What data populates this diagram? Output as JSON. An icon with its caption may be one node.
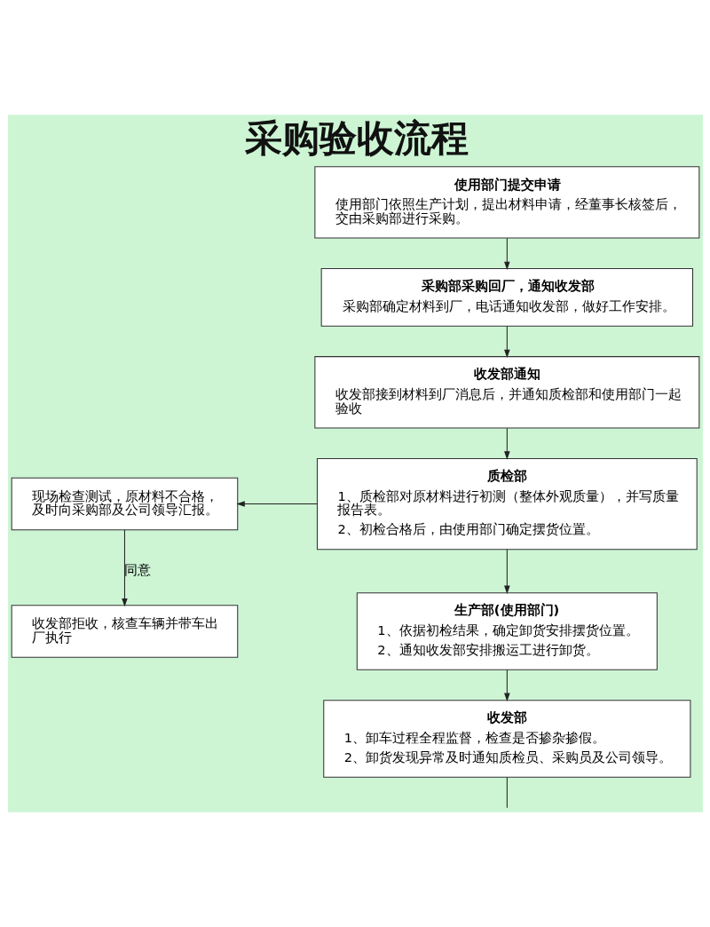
{
  "diagram": {
    "title": "采购验收流程",
    "nodes": [
      {
        "text": [
          "使用部门提交申请",
          "使用部门依照生产计划，提出材料申请，经董事长核签后，交由采购部进行采购。"
        ]
      },
      {
        "text": [
          "采购部采购回厂，通知收发部",
          "采购部确定材料到厂，电话通知收发部，做好工作安排。"
        ]
      },
      {
        "text": [
          "收发部通知",
          "收发部接到材料到厂消息后，并通知质检部和使用部门一起验收"
        ]
      },
      {
        "text": [
          "质检部",
          "1、质检部对原材料进行初测（整体外观质量），并写质量报告表。",
          "2、初检合格后，由使用部门确定摆货位置。"
        ]
      },
      {
        "text": [
          "现场检查测试，原材料不合格，及时向采购部及公司领导汇报。"
        ]
      },
      {
        "text": [
          "收发部拒收，核查车辆并带车出厂执行"
        ]
      },
      {
        "text": [
          "生产部(使用部门)",
          "1、依据初检结果，确定卸货安排摆货位置。",
          "2、通知收发部安排搬运工进行卸货。"
        ]
      },
      {
        "text": [
          "收发部",
          "1、卸车过程全程监督，检查是否掺杂掺假。",
          "2、卸货发现异常及时通知质检员、采购员及公司领导。"
        ]
      }
    ],
    "edges": [
      {
        "from": 0,
        "to": 1,
        "arrow": "to"
      },
      {
        "from": 1,
        "to": 2,
        "arrow": "to"
      },
      {
        "from": 2,
        "to": 3,
        "arrow": "to"
      },
      {
        "from": 3,
        "to": 4,
        "arrow": "to"
      },
      {
        "from": 4,
        "to": 5,
        "arrow": "to",
        "label": "同意"
      },
      {
        "from": 3,
        "to": 6,
        "arrow": "to"
      },
      {
        "from": 6,
        "to": 7,
        "arrow": "to"
      },
      {
        "from": 7,
        "to": null,
        "arrow": "none"
      }
    ]
  }
}
